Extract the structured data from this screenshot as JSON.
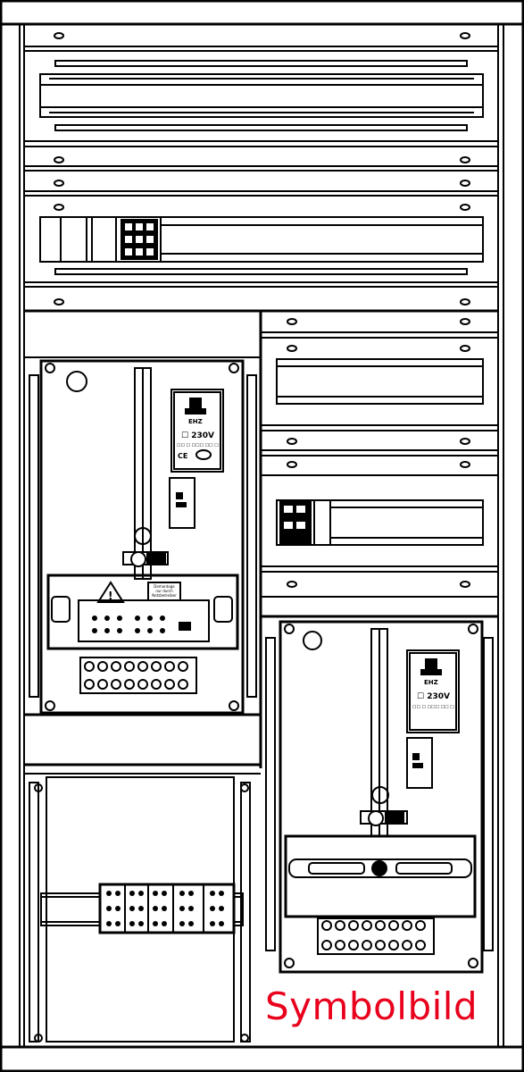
{
  "watermark": {
    "text": "Symbolbild",
    "color": "#e8001c"
  },
  "meter_1": {
    "label_brand": "EHZ",
    "label_voltage": "☐ 230V",
    "label_line": "☐☐ ☐ ☐☐☐ ☐☐ ☐",
    "label_ce": "CE",
    "warning_text": [
      "Demontage",
      "nur durch",
      "Netzbetreiber"
    ]
  },
  "meter_2": {
    "label_brand": "EHZ",
    "label_voltage": "☐ 230V",
    "label_line": "☐☐ ☐ ☐☐☐ ☐☐ ☐"
  },
  "colors": {
    "line": "#000000",
    "background": "#ffffff"
  }
}
